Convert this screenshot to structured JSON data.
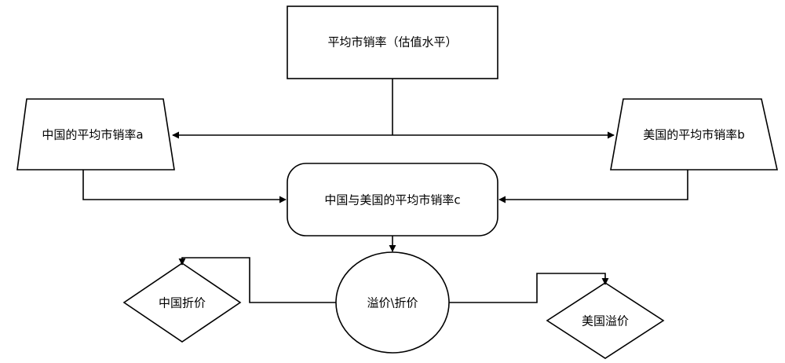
{
  "diagram": {
    "nodes": {
      "top": {
        "label": "平均市销率（估值水平）"
      },
      "china": {
        "label": "中国的平均市销率a"
      },
      "usa": {
        "label": "美国的平均市销率b"
      },
      "center": {
        "label": "中国与美国的平均市销率c"
      },
      "circle": {
        "label": "溢价\\折价"
      },
      "china_discount": {
        "label": "中国折价"
      },
      "usa_premium": {
        "label": "美国溢价"
      }
    },
    "edges": [
      {
        "from": "top",
        "to": "china"
      },
      {
        "from": "top",
        "to": "usa"
      },
      {
        "from": "china",
        "to": "center"
      },
      {
        "from": "usa",
        "to": "center"
      },
      {
        "from": "center",
        "to": "circle"
      },
      {
        "from": "circle",
        "to": "china_discount"
      },
      {
        "from": "circle",
        "to": "usa_premium"
      }
    ]
  }
}
